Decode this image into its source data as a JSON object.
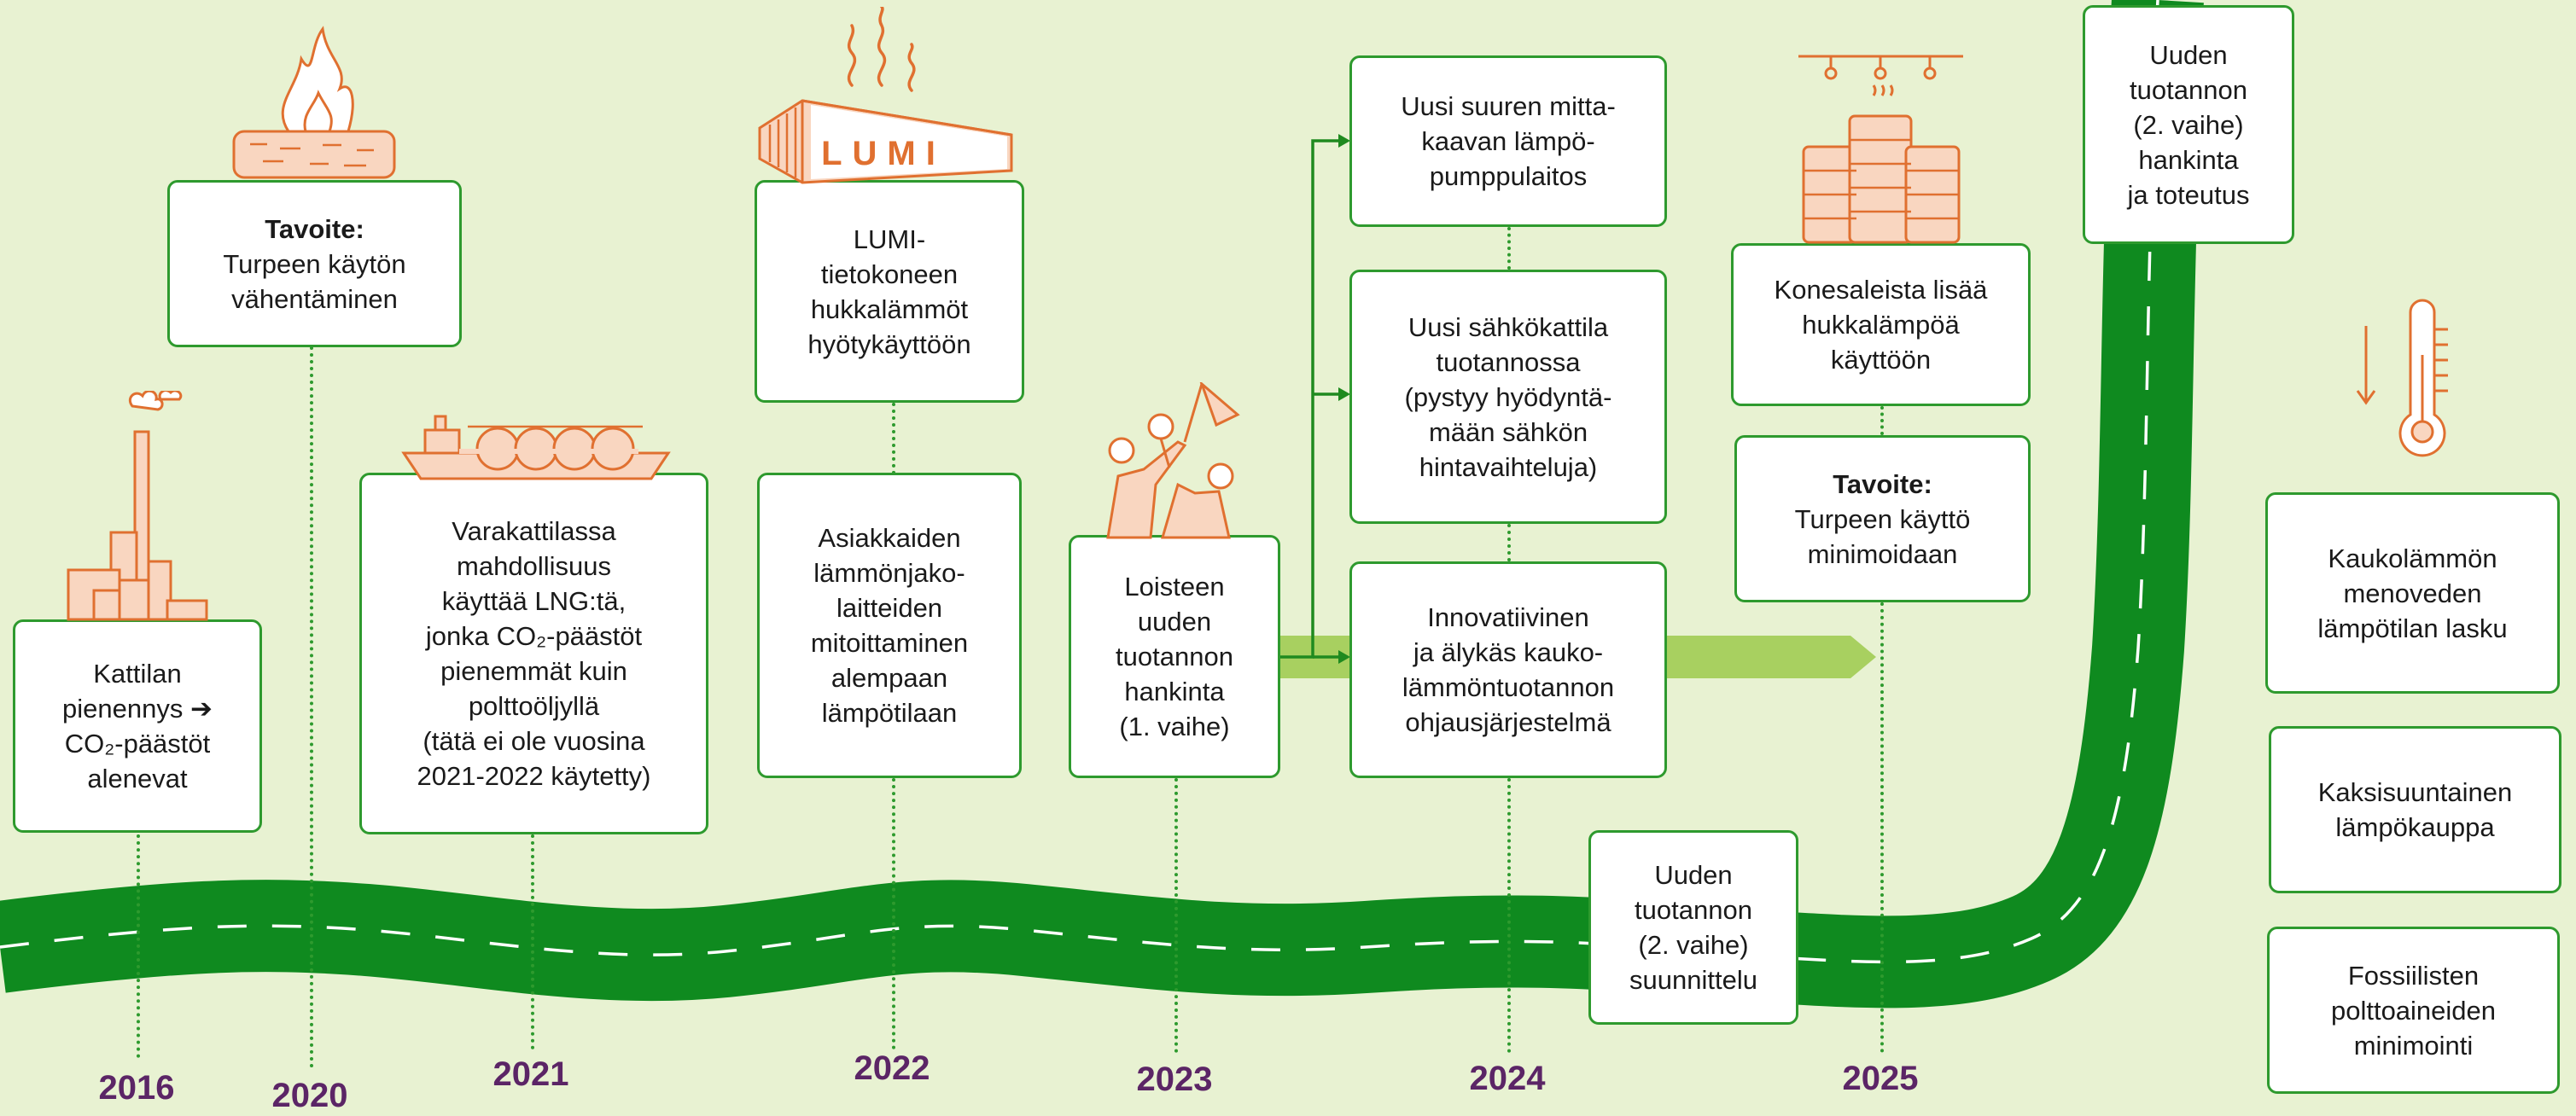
{
  "colors": {
    "background": "#e8f2d2",
    "road": "#0f8a1f",
    "road_marking": "#ffffff",
    "box_border": "#2e9a2e",
    "year_text": "#5b2566",
    "icon_stroke": "#e07030",
    "icon_fill": "#f9d6c0",
    "arrow_band": "#a8d060"
  },
  "years": [
    "2016",
    "2020",
    "2021",
    "2022",
    "2023",
    "2024",
    "2025"
  ],
  "milestones": {
    "kattila": {
      "lines": [
        "Kattilan",
        "pienennys ➔",
        "CO₂-päästöt",
        "alenevat"
      ]
    },
    "tavoite_2020": {
      "bold": "Tavoite:",
      "lines": [
        "Turpeen käytön",
        "vähentäminen"
      ]
    },
    "lng": {
      "lines": [
        "Varakattilassa",
        "mahdollisuus",
        "käyttää LNG:tä,",
        "jonka CO₂-päästöt",
        "pienemmät kuin",
        "polttoöljyllä",
        "(tätä ei ole vuosina",
        "2021-2022 käytetty)"
      ]
    },
    "lumi": {
      "lines": [
        "LUMI-",
        "tietokoneen",
        "hukkalämmöt",
        "hyötykäyttöön"
      ]
    },
    "asiakkaiden": {
      "lines": [
        "Asiakkaiden",
        "lämmönjako-",
        "laitteiden",
        "mitoittaminen",
        "alempaan",
        "lämpötilaan"
      ]
    },
    "loisteen": {
      "lines": [
        "Loisteen",
        "uuden",
        "tuotannon",
        "hankinta",
        "(1. vaihe)"
      ]
    },
    "lampopumppu": {
      "lines": [
        "Uusi suuren mitta-",
        "kaavan lämpö-",
        "pumppulaitos"
      ]
    },
    "sahkokattila": {
      "lines": [
        "Uusi sähkökattila",
        "tuotannossa",
        "(pystyy hyödyntä-",
        "mään sähkön",
        "hintavaihteluja)"
      ]
    },
    "innovatiivinen": {
      "lines": [
        "Innovatiivinen",
        "ja älykäs kauko-",
        "lämmöntuotannon",
        "ohjausjärjestelmä"
      ]
    },
    "suunnittelu": {
      "lines": [
        "Uuden",
        "tuotannon",
        "(2. vaihe)",
        "suunnittelu"
      ]
    },
    "konesalit": {
      "lines": [
        "Konesaleista lisää",
        "hukkalämpöä",
        "käyttöön"
      ]
    },
    "tavoite_2025": {
      "bold": "Tavoite:",
      "lines": [
        "Turpeen käyttö",
        "minimoidaan"
      ]
    },
    "toteutus": {
      "lines": [
        "Uuden",
        "tuotannon",
        "(2. vaihe)",
        "hankinta",
        "ja toteutus"
      ]
    },
    "menovesi": {
      "lines": [
        "Kaukolämmön",
        "menoveden",
        "lämpötilan lasku"
      ]
    },
    "kaksisuuntainen": {
      "lines": [
        "Kaksisuuntainen",
        "lämpökauppa"
      ]
    },
    "fossiiliset": {
      "lines": [
        "Fossiilisten",
        "polttoaineiden",
        "minimointi"
      ]
    }
  },
  "icons": {
    "factory": "factory-chimney-icon",
    "fire": "burning-peat-icon",
    "ship": "lng-tanker-ship-icon",
    "lumi": "lumi-supercomputer-icon",
    "lumi_label": "LUMI",
    "people": "celebrating-people-flag-icon",
    "servers": "datacenter-server-racks-icon",
    "thermometer": "thermometer-falling-icon"
  }
}
